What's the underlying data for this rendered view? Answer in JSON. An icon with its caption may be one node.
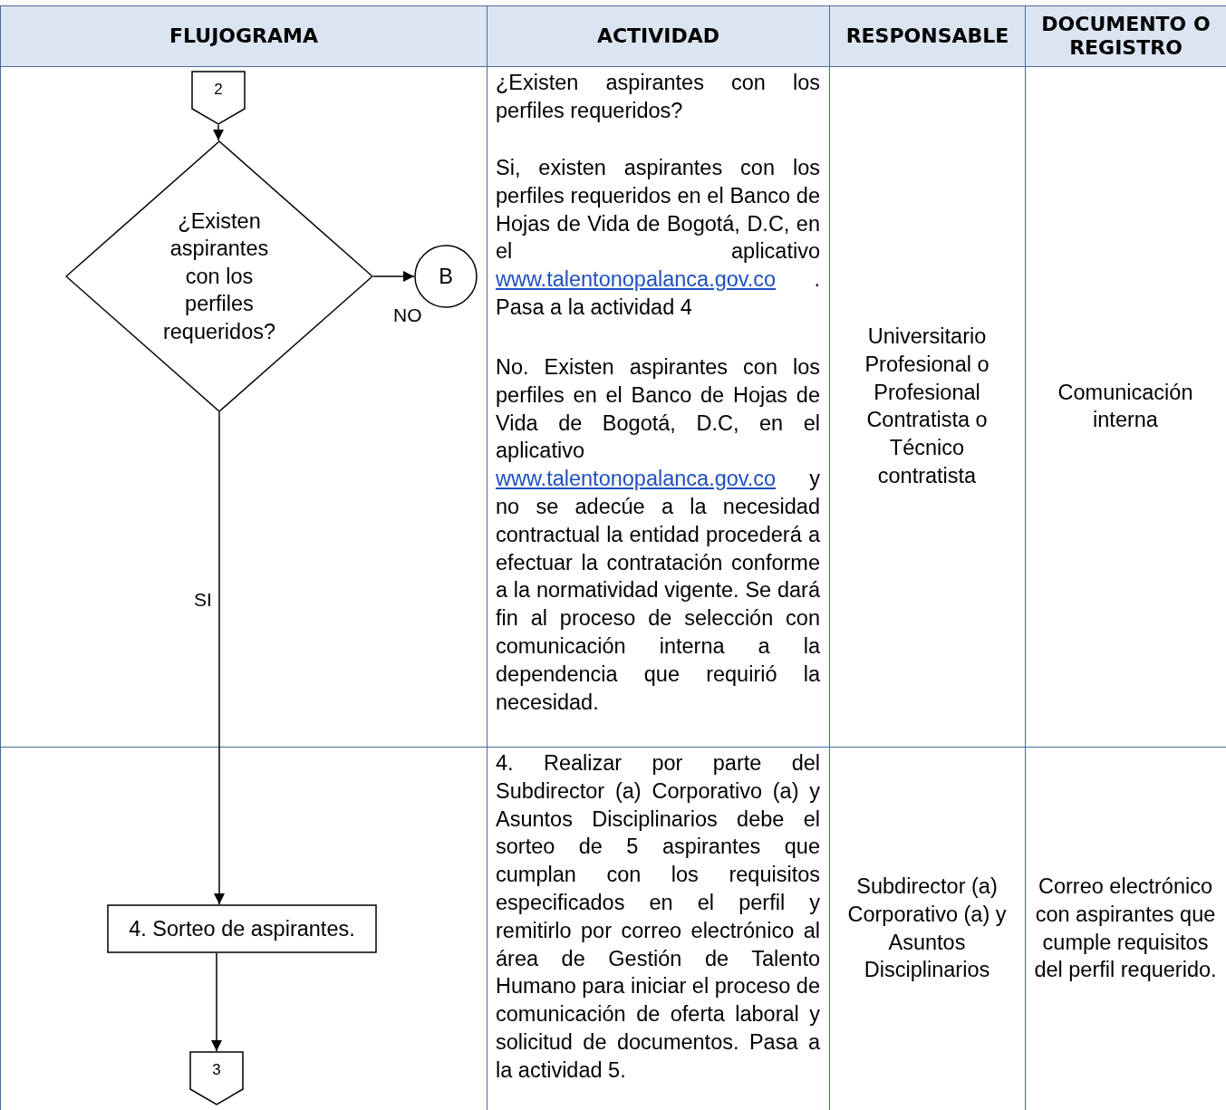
{
  "diagram": {
    "nodes": [
      {
        "text": [
          "2"
        ]
      },
      {
        "text": [
          "¿Existen aspirantes con los perfiles requeridos?"
        ]
      },
      {
        "text": [
          "B"
        ]
      },
      {
        "text": [
          "4. Sorteo de aspirantes."
        ]
      },
      {
        "text": [
          "3"
        ]
      }
    ],
    "edges": [
      {
        "from": 0,
        "to": 1,
        "arrow": "to"
      },
      {
        "from": 1,
        "to": 2,
        "arrow": "to",
        "label": "NO"
      },
      {
        "from": 1,
        "to": 3,
        "arrow": "to",
        "label": "SI"
      },
      {
        "from": 3,
        "to": 4,
        "arrow": "to"
      }
    ],
    "labels": [
      "FLUJOGRAMA",
      "ACTIVIDAD",
      "RESPONSABLE",
      "DOCUMENTO O REGISTRO",
      "¿Existen aspirantes con los perfiles requeridos?",
      "Si, existen aspirantes con los perfiles requeridos en el Banco de Hojas de Vida de Bogotá, D.C, en el aplicativo www.talentonopalanca.gov.co . Pasa a la actividad 4",
      "No. Existen aspirantes con los perfiles en el Banco de Hojas de Vida de Bogotá, D.C, en el aplicativo www.talentonopalanca.gov.co y no se adecúe a la necesidad contractual la entidad procederá a efectuar la contratación conforme a la normatividad vigente. Se dará fin al proceso de selección con comunicación interna a la dependencia que requirió la necesidad.",
      "Universitario Profesional o Profesional Contratista o Técnico contratista",
      "Comunicación interna",
      "4. Realizar por parte del Subdirector (a) Corporativo (a) y Asuntos Disciplinarios debe el sorteo de 5 aspirantes que cumplan con los requisitos especificados en el perfil y remitirlo por correo electrónico al área de Gestión de Talento Humano para iniciar el proceso de comunicación de oferta laboral y solicitud de documentos. Pasa a la actividad 5.",
      "Subdirector (a) Corporativo (a) y Asuntos Disciplinarios",
      "Correo electrónico con aspirantes que cumple requisitos del perfil requerido."
    ]
  }
}
